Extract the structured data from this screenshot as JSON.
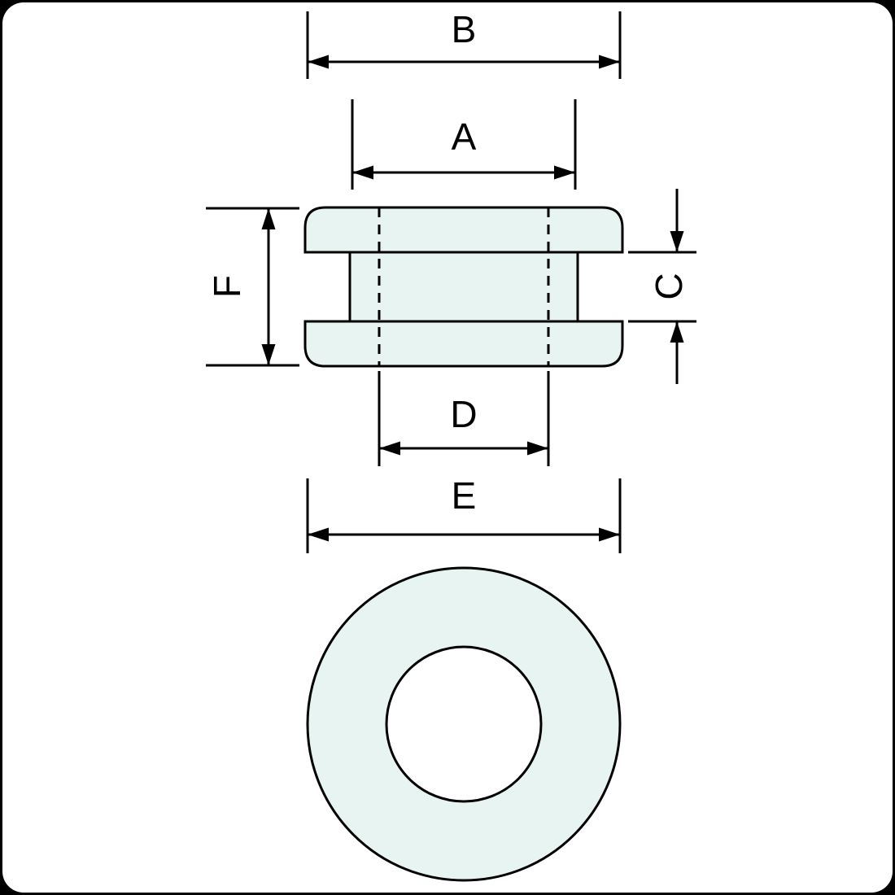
{
  "figure": {
    "labels": {
      "a": "A",
      "b": "B",
      "c": "C",
      "d": "D",
      "e": "E",
      "f": "F"
    },
    "colors": {
      "line": "#000000",
      "part_fill": "#e8f4f1",
      "background": "#ffffff",
      "frame": "#000000"
    }
  }
}
